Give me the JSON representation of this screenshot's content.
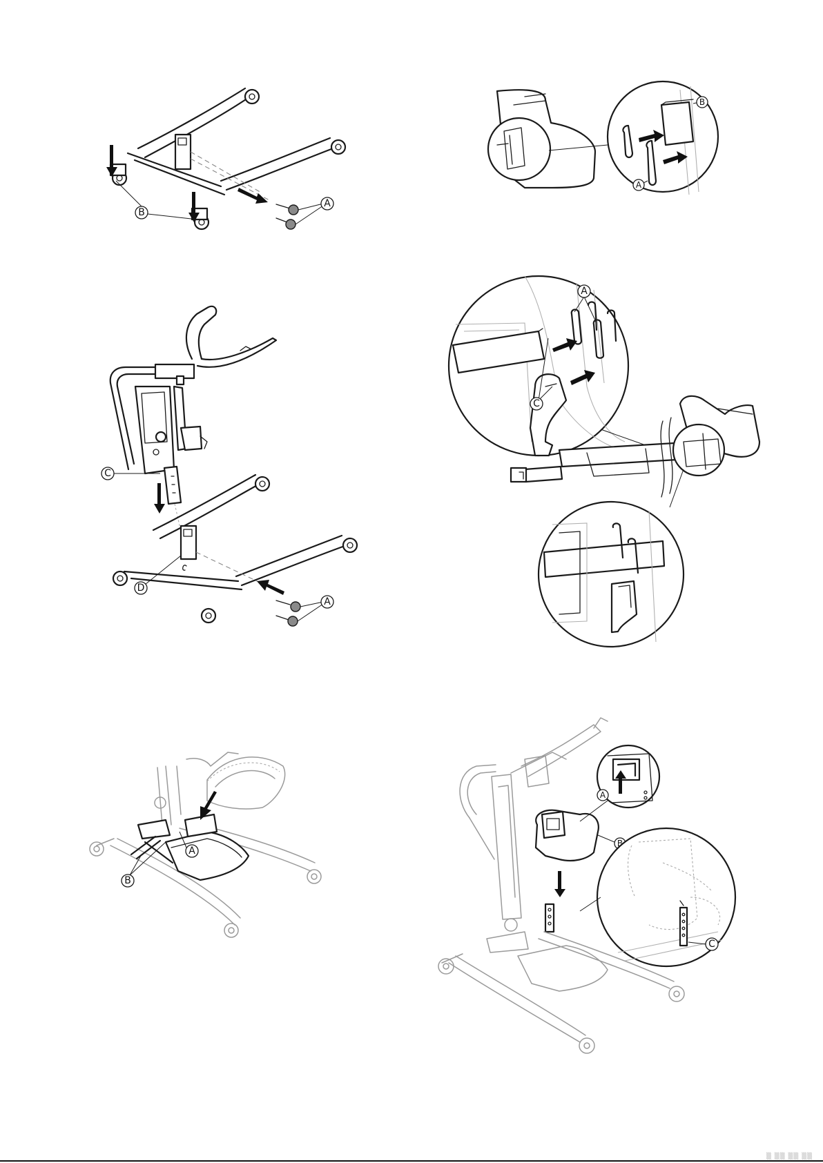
{
  "callouts": {
    "fig1": {
      "a": "A",
      "b": "B"
    },
    "fig2": {
      "a": "A",
      "b": "B"
    },
    "fig3": {
      "c": "C",
      "d": "D",
      "a": "A"
    },
    "fig4": {
      "a": "A",
      "c": "C"
    },
    "fig5": {
      "a": "A",
      "b": "B"
    },
    "fig6": {
      "a": "A",
      "b": "B",
      "c": "C"
    }
  },
  "colors": {
    "line": "#1a1a1a",
    "gray_line": "#9a9a9a",
    "knob": "#8a8a8a",
    "background": "#ffffff"
  }
}
